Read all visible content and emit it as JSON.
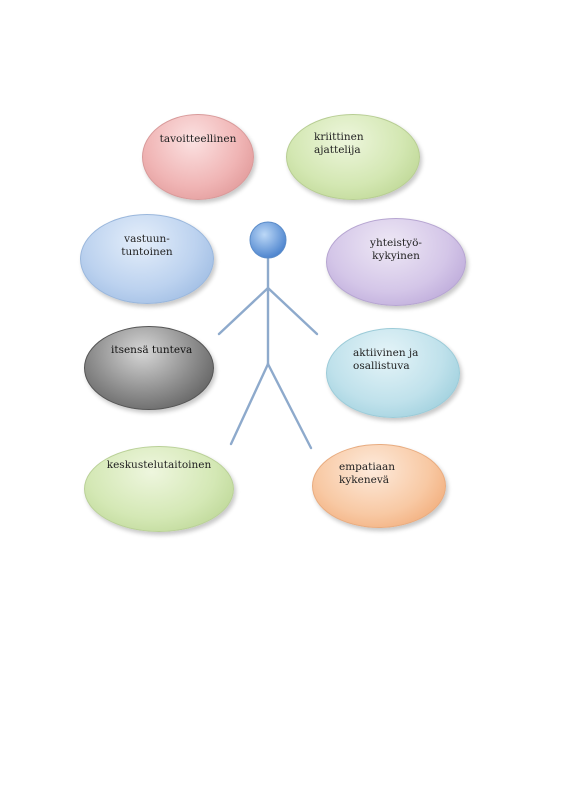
{
  "colors": {
    "figure_stroke": "#8eaacc",
    "head_fill": "#6fa3e0"
  },
  "traits": [
    {
      "text": "tavoitteellinen"
    },
    {
      "text": "kriittinen\najattelija"
    },
    {
      "text": "vastuun-\ntuntoinen"
    },
    {
      "text": "yhteistyö-\nkykyinen"
    },
    {
      "text": "itsensä tunteva"
    },
    {
      "text": "aktiivinen ja\nosallistuva"
    },
    {
      "text": "keskustelutaitoinen"
    },
    {
      "text": "empatiaan\nkykenevä"
    }
  ]
}
